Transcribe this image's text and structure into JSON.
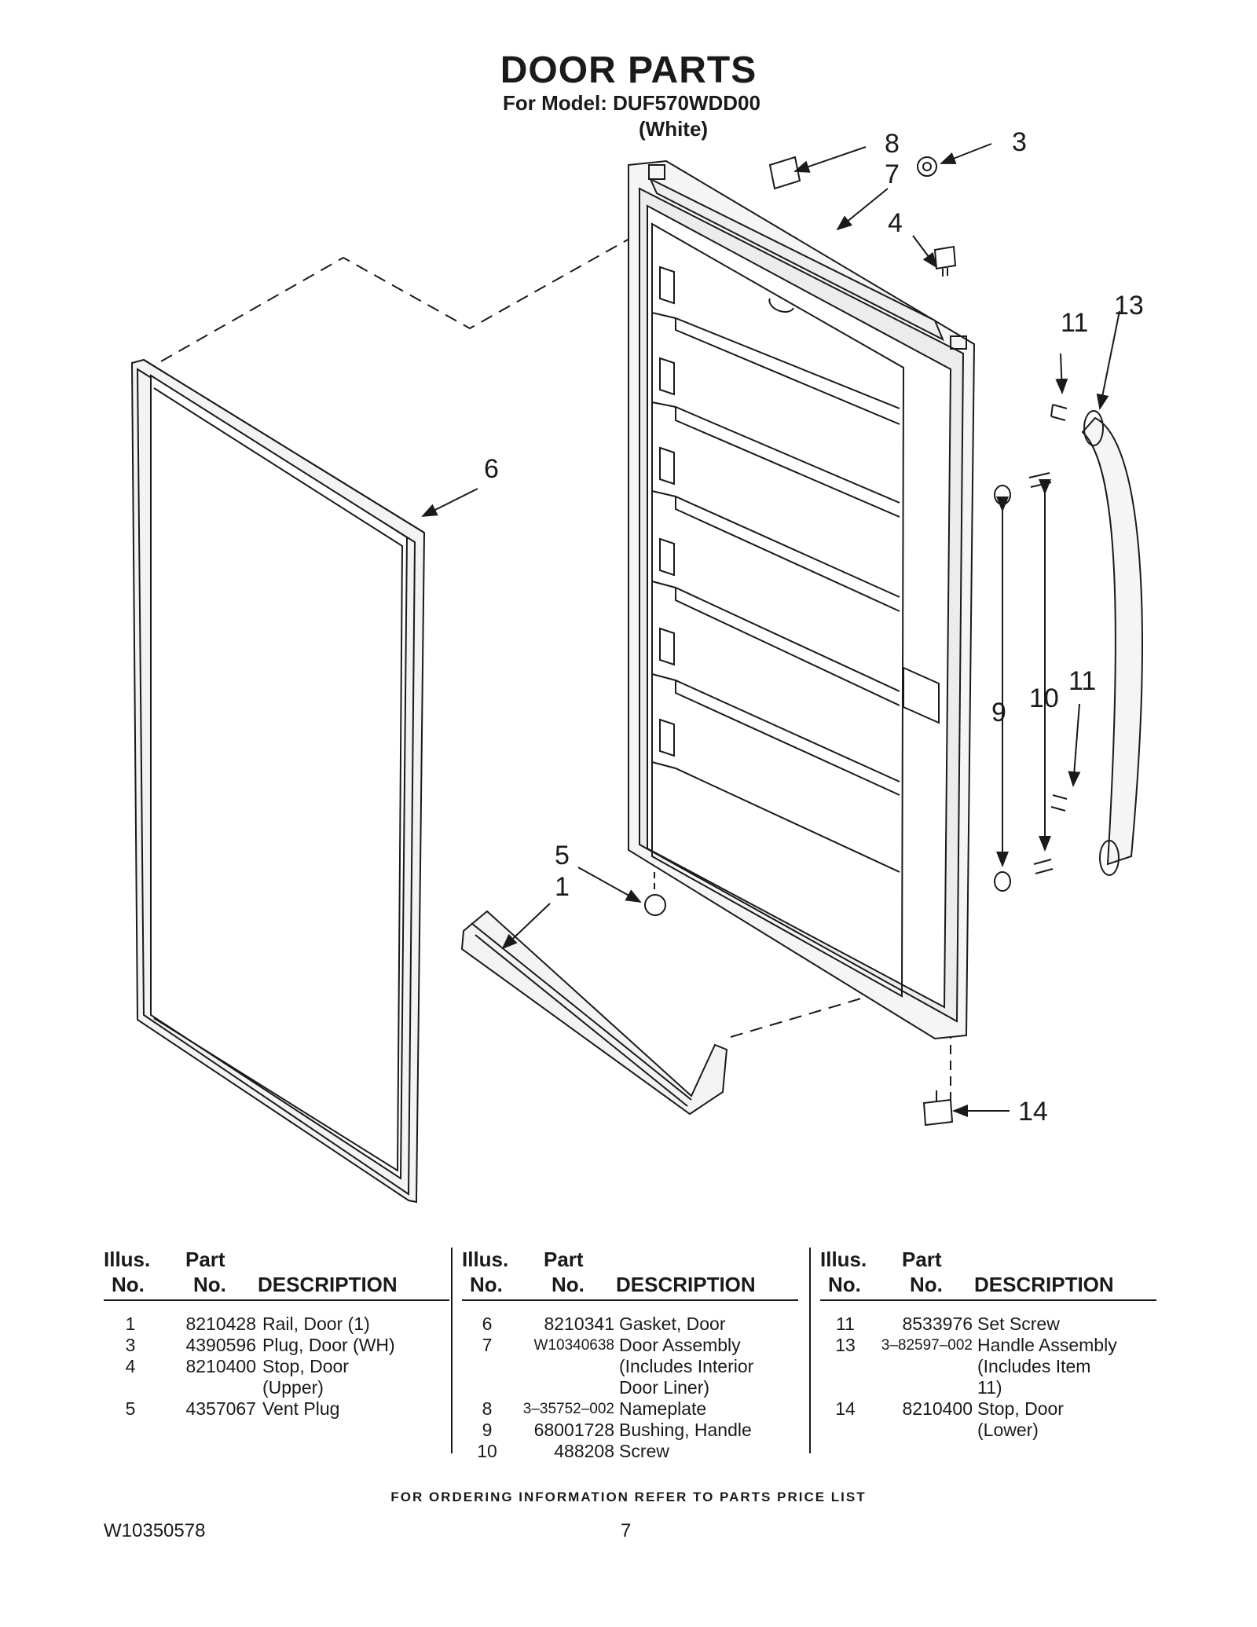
{
  "title": "DOOR PARTS",
  "model_line": "For Model: DUF570WDD00",
  "color_line": "(White)",
  "callouts": [
    "8",
    "3",
    "7",
    "4",
    "11",
    "13",
    "6",
    "9",
    "10",
    "11",
    "5",
    "1",
    "14"
  ],
  "table": {
    "headers": {
      "illus_1": "Illus.",
      "illus_2": "No.",
      "part_1": "Part",
      "part_2": "No.",
      "description": "DESCRIPTION"
    },
    "columns": [
      {
        "rows": [
          {
            "illus": "1",
            "part": "8210428",
            "desc": [
              "Rail, Door (1)"
            ]
          },
          {
            "illus": "3",
            "part": "4390596",
            "desc": [
              "Plug, Door (WH)"
            ]
          },
          {
            "illus": "4",
            "part": "8210400",
            "desc": [
              "Stop, Door",
              "(Upper)"
            ]
          },
          {
            "illus": "5",
            "part": "4357067",
            "desc": [
              "Vent Plug"
            ]
          }
        ]
      },
      {
        "rows": [
          {
            "illus": "6",
            "part": "8210341",
            "desc": [
              "Gasket, Door"
            ]
          },
          {
            "illus": "7",
            "part": "W10340638",
            "desc": [
              "Door Assembly",
              "(Includes Interior",
              "Door Liner)"
            ]
          },
          {
            "illus": "8",
            "part": "3–35752–002",
            "desc": [
              "Nameplate"
            ]
          },
          {
            "illus": "9",
            "part": "68001728",
            "desc": [
              "Bushing, Handle"
            ]
          },
          {
            "illus": "10",
            "part": "488208",
            "desc": [
              "Screw"
            ]
          }
        ]
      },
      {
        "rows": [
          {
            "illus": "11",
            "part": "8533976",
            "desc": [
              "Set Screw"
            ]
          },
          {
            "illus": "13",
            "part": "3–82597–002",
            "desc": [
              "Handle Assembly",
              "(Includes Item",
              "11)"
            ]
          },
          {
            "illus": "14",
            "part": "8210400",
            "desc": [
              "Stop, Door",
              "(Lower)"
            ]
          }
        ]
      }
    ]
  },
  "footer_note": "FOR ORDERING INFORMATION REFER TO PARTS PRICE LIST",
  "document_id": "W10350578",
  "page_number": "7"
}
